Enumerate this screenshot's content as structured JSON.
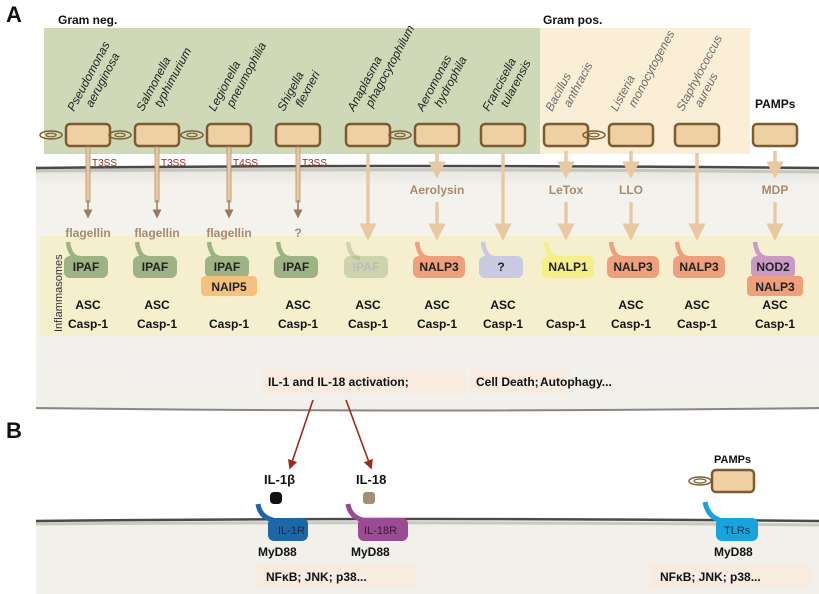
{
  "panel_a_label": "A",
  "panel_b_label": "B",
  "gram_neg_label": "Gram neg.",
  "gram_pos_label": "Gram pos.",
  "pamps_label": "PAMPs",
  "inflammasomes_label": "Inflammasomes",
  "bacteria": [
    {
      "line1": "Pseudomonas",
      "line2": "aeruginosa",
      "secretion": "T3SS",
      "ligand": "flagellin",
      "receptor": "IPAF",
      "receptor2": "",
      "adaptor": "ASC",
      "caspase": "Casp-1"
    },
    {
      "line1": "Salmonella",
      "line2": "typhimurium",
      "secretion": "T3SS",
      "ligand": "flagellin",
      "receptor": "IPAF",
      "receptor2": "",
      "adaptor": "ASC",
      "caspase": "Casp-1"
    },
    {
      "line1": "Legionella",
      "line2": "pneumophilia",
      "secretion": "T4SS",
      "ligand": "flagellin",
      "receptor": "IPAF",
      "receptor2": "NAIP5",
      "adaptor": "",
      "caspase": "Casp-1"
    },
    {
      "line1": "Shigella",
      "line2": "flexneri",
      "secretion": "T3SS",
      "ligand": "?",
      "receptor": "IPAF",
      "receptor2": "",
      "adaptor": "ASC",
      "caspase": "Casp-1"
    },
    {
      "line1": "Anaplasma",
      "line2": "phagocytophilum",
      "secretion": "",
      "ligand": "",
      "receptor": "IPAF",
      "receptor2": "",
      "adaptor": "ASC",
      "caspase": "Casp-1"
    },
    {
      "line1": "Aeromonas",
      "line2": "hydrophila",
      "secretion": "",
      "ligand": "Aerolysin",
      "receptor": "NALP3",
      "receptor2": "",
      "adaptor": "ASC",
      "caspase": "Casp-1"
    },
    {
      "line1": "Francisella",
      "line2": "tularensis",
      "secretion": "",
      "ligand": "",
      "receptor": "?",
      "receptor2": "",
      "adaptor": "ASC",
      "caspase": "Casp-1"
    },
    {
      "line1": "Bacillus",
      "line2": "anthracis",
      "secretion": "",
      "ligand": "LeTox",
      "receptor": "NALP1",
      "receptor2": "",
      "adaptor": "",
      "caspase": "Casp-1"
    },
    {
      "line1": "Listeria",
      "line2": "monocytogenes",
      "secretion": "",
      "ligand": "LLO",
      "receptor": "NALP3",
      "receptor2": "",
      "adaptor": "ASC",
      "caspase": "Casp-1"
    },
    {
      "line1": "Staphylococcus",
      "line2": "aureus",
      "secretion": "",
      "ligand": "",
      "receptor": "NALP3",
      "receptor2": "",
      "adaptor": "ASC",
      "caspase": "Casp-1"
    },
    {
      "line1": "",
      "line2": "",
      "secretion": "",
      "ligand": "MDP",
      "receptor": "NOD2",
      "receptor2": "NALP3",
      "adaptor": "ASC",
      "caspase": "Casp-1"
    }
  ],
  "outcomes": [
    "IL-1 and IL-18 activation;",
    "Cell Death;",
    "Autophagy..."
  ],
  "panel_b": {
    "il1b_label": "IL-1β",
    "il18_label": "IL-18",
    "il1r_label": "IL-1R",
    "il18r_label": "IL-18R",
    "myd88_1": "MyD88",
    "myd88_2": "MyD88",
    "pamps_label": "PAMPs",
    "tlrs_label": "TLRs",
    "myd88_3": "MyD88",
    "signaling_1": "NFκB; JNK; p38...",
    "signaling_2": "NFκB; JNK; p38..."
  },
  "colors": {
    "gram_neg_bg": "#cfd9b8",
    "gram_pos_bg": "#fbeed6",
    "cell_bg": "#f3f1ec",
    "inflammasome_band": "#f4efc8",
    "bacterium_fill": "#f0cfa2",
    "bacterium_stroke": "#7b5d31",
    "arrow": "#e8c9a2",
    "ipaf": "#9db384",
    "nalp3": "#ee9f7c",
    "nalp1": "#f6ee86",
    "unknown": "#c9c9e2",
    "naip5": "#f3c27e",
    "nod2": "#c99ac5",
    "il1r": "#1e67a7",
    "il18r": "#9a4c93",
    "tlr": "#19a3dc",
    "red_arrow": "#9b2a1b"
  }
}
